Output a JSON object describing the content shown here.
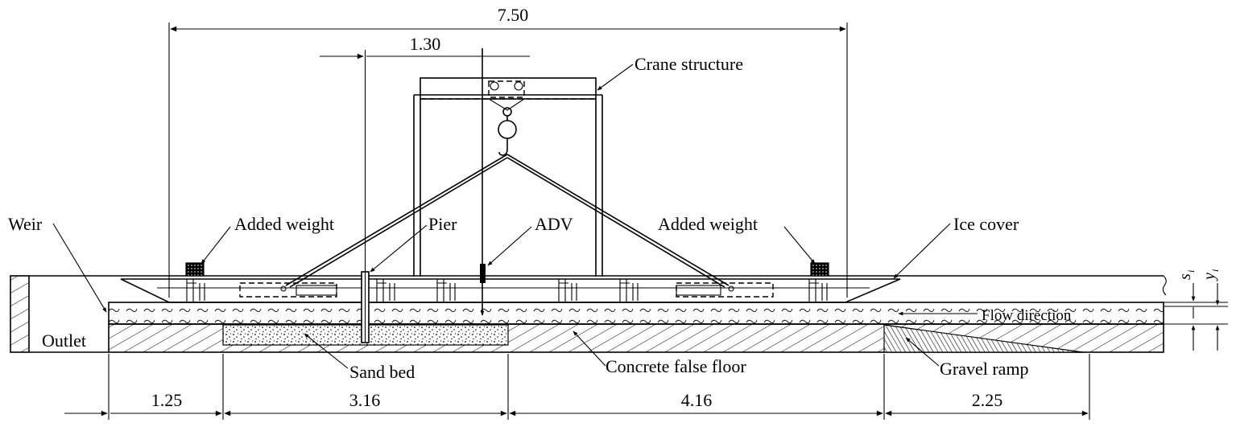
{
  "labels": {
    "weir": "Weir",
    "outlet": "Outlet",
    "added_weight_left": "Added weight",
    "pier": "Pier",
    "adv": "ADV",
    "added_weight_right": "Added weight",
    "ice_cover": "Ice cover",
    "crane_structure": "Crane structure",
    "flow_direction": "Flow direction",
    "sand_bed": "Sand bed",
    "concrete_false_floor": "Concrete false floor",
    "gravel_ramp": "Gravel ramp"
  },
  "dimensions": {
    "top_span": "7.50",
    "pier_offset": "1.30",
    "outlet_section": "1.25",
    "sand_section": "3.16",
    "floor_section": "4.16",
    "ramp_section": "2.25"
  },
  "symbols": {
    "s_main": "s",
    "s_sub": "i",
    "y_main": "y",
    "y_sub": "i"
  },
  "colors": {
    "line": "#000000",
    "background": "#ffffff"
  }
}
